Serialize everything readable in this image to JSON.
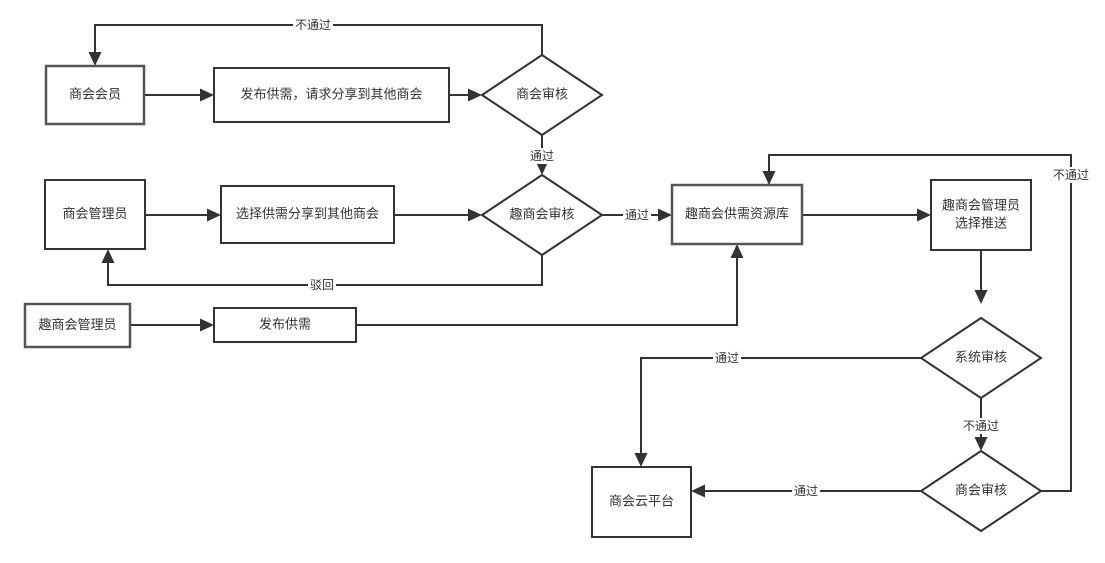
{
  "diagram": {
    "type": "flowchart",
    "nodes": [
      {
        "id": "n1",
        "shape": "rect",
        "lines": [
          "商会会员"
        ]
      },
      {
        "id": "n2",
        "shape": "rect",
        "lines": [
          "发布供需，请求分享到其他商会"
        ]
      },
      {
        "id": "n3",
        "shape": "diamond",
        "lines": [
          "商会审核"
        ]
      },
      {
        "id": "n4",
        "shape": "rect",
        "lines": [
          "商会管理员"
        ]
      },
      {
        "id": "n5",
        "shape": "rect",
        "lines": [
          "选择供需分享到其他商会"
        ]
      },
      {
        "id": "n6",
        "shape": "diamond",
        "lines": [
          "趣商会审核"
        ]
      },
      {
        "id": "n7",
        "shape": "rect",
        "lines": [
          "趣商会管理员"
        ]
      },
      {
        "id": "n8",
        "shape": "rect",
        "lines": [
          "发布供需"
        ]
      },
      {
        "id": "n9",
        "shape": "rect",
        "lines": [
          "趣商会供需资源库"
        ]
      },
      {
        "id": "n10",
        "shape": "rect",
        "lines": [
          "趣商会管理员",
          "选择推送"
        ]
      },
      {
        "id": "n11",
        "shape": "diamond",
        "lines": [
          "系统审核"
        ]
      },
      {
        "id": "n12",
        "shape": "diamond",
        "lines": [
          "商会审核"
        ]
      },
      {
        "id": "n13",
        "shape": "rect",
        "lines": [
          "商会云平台"
        ]
      }
    ],
    "edges": [
      {
        "id": "e1",
        "from": "n1",
        "to": "n2",
        "label": ""
      },
      {
        "id": "e2",
        "from": "n2",
        "to": "n3",
        "label": ""
      },
      {
        "id": "e3",
        "from": "n3",
        "to": "n1",
        "label": "不通过"
      },
      {
        "id": "e4",
        "from": "n3",
        "to": "n6",
        "label": "通过"
      },
      {
        "id": "e5",
        "from": "n4",
        "to": "n5",
        "label": ""
      },
      {
        "id": "e6",
        "from": "n5",
        "to": "n6",
        "label": ""
      },
      {
        "id": "e7",
        "from": "n6",
        "to": "n4",
        "label": "驳回"
      },
      {
        "id": "e8",
        "from": "n6",
        "to": "n9",
        "label": "通过"
      },
      {
        "id": "e9",
        "from": "n7",
        "to": "n8",
        "label": ""
      },
      {
        "id": "e10",
        "from": "n8",
        "to": "n9",
        "label": ""
      },
      {
        "id": "e11",
        "from": "n9",
        "to": "n10",
        "label": ""
      },
      {
        "id": "e12",
        "from": "n10",
        "to": "n11",
        "label": ""
      },
      {
        "id": "e13",
        "from": "n11",
        "to": "n13",
        "label": "通过"
      },
      {
        "id": "e14",
        "from": "n11",
        "to": "n12",
        "label": "不通过"
      },
      {
        "id": "e15",
        "from": "n12",
        "to": "n13",
        "label": "通过"
      },
      {
        "id": "e16",
        "from": "n12",
        "to": "n9",
        "label": "不通过"
      }
    ]
  }
}
